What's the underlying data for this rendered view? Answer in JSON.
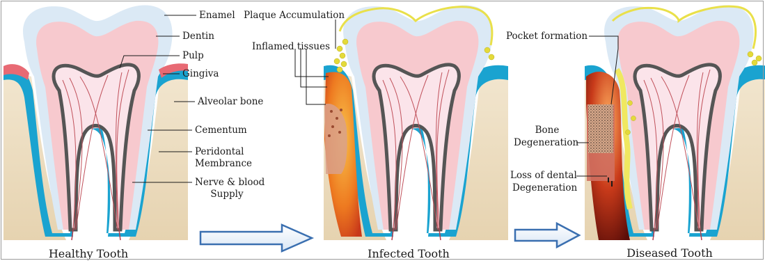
{
  "panels": {
    "healthy": {
      "caption": "Healthy Tooth",
      "labels": {
        "enamel": "Enamel",
        "dentin": "Dentin",
        "pulp": "Pulp",
        "gingiva": "Gingiva",
        "alveolar_bone": "Alveolar bone",
        "cementum": "Cementum",
        "periodontal_l1": "Peridontal",
        "periodontal_l2": "Membrance",
        "nerve_l1": "Nerve & blood",
        "nerve_l2": "Supply"
      }
    },
    "infected": {
      "caption": "Infected Tooth",
      "labels": {
        "plaque": "Plaque Accumulation",
        "inflamed": "Inflamed tissues"
      }
    },
    "diseased": {
      "caption": "Diseased Tooth",
      "labels": {
        "pocket": "Pocket formation",
        "bone_l1": "Bone",
        "bone_l2": "Degeneration",
        "loss_l1": "Loss of dental",
        "loss_l2": "Degeneration"
      }
    }
  },
  "colors": {
    "bone": "#efe1c6",
    "gum_blue": "#1aa3d0",
    "enamel": "#dbe9f5",
    "dentin": "#f7c9ce",
    "pulp": "#fbe4ea",
    "pulp_outline": "#555555",
    "gingiva": "#e86a74",
    "plaque": "#e9e04a",
    "inflamed": "#e8621e",
    "arrow": "#3a6fb0"
  }
}
